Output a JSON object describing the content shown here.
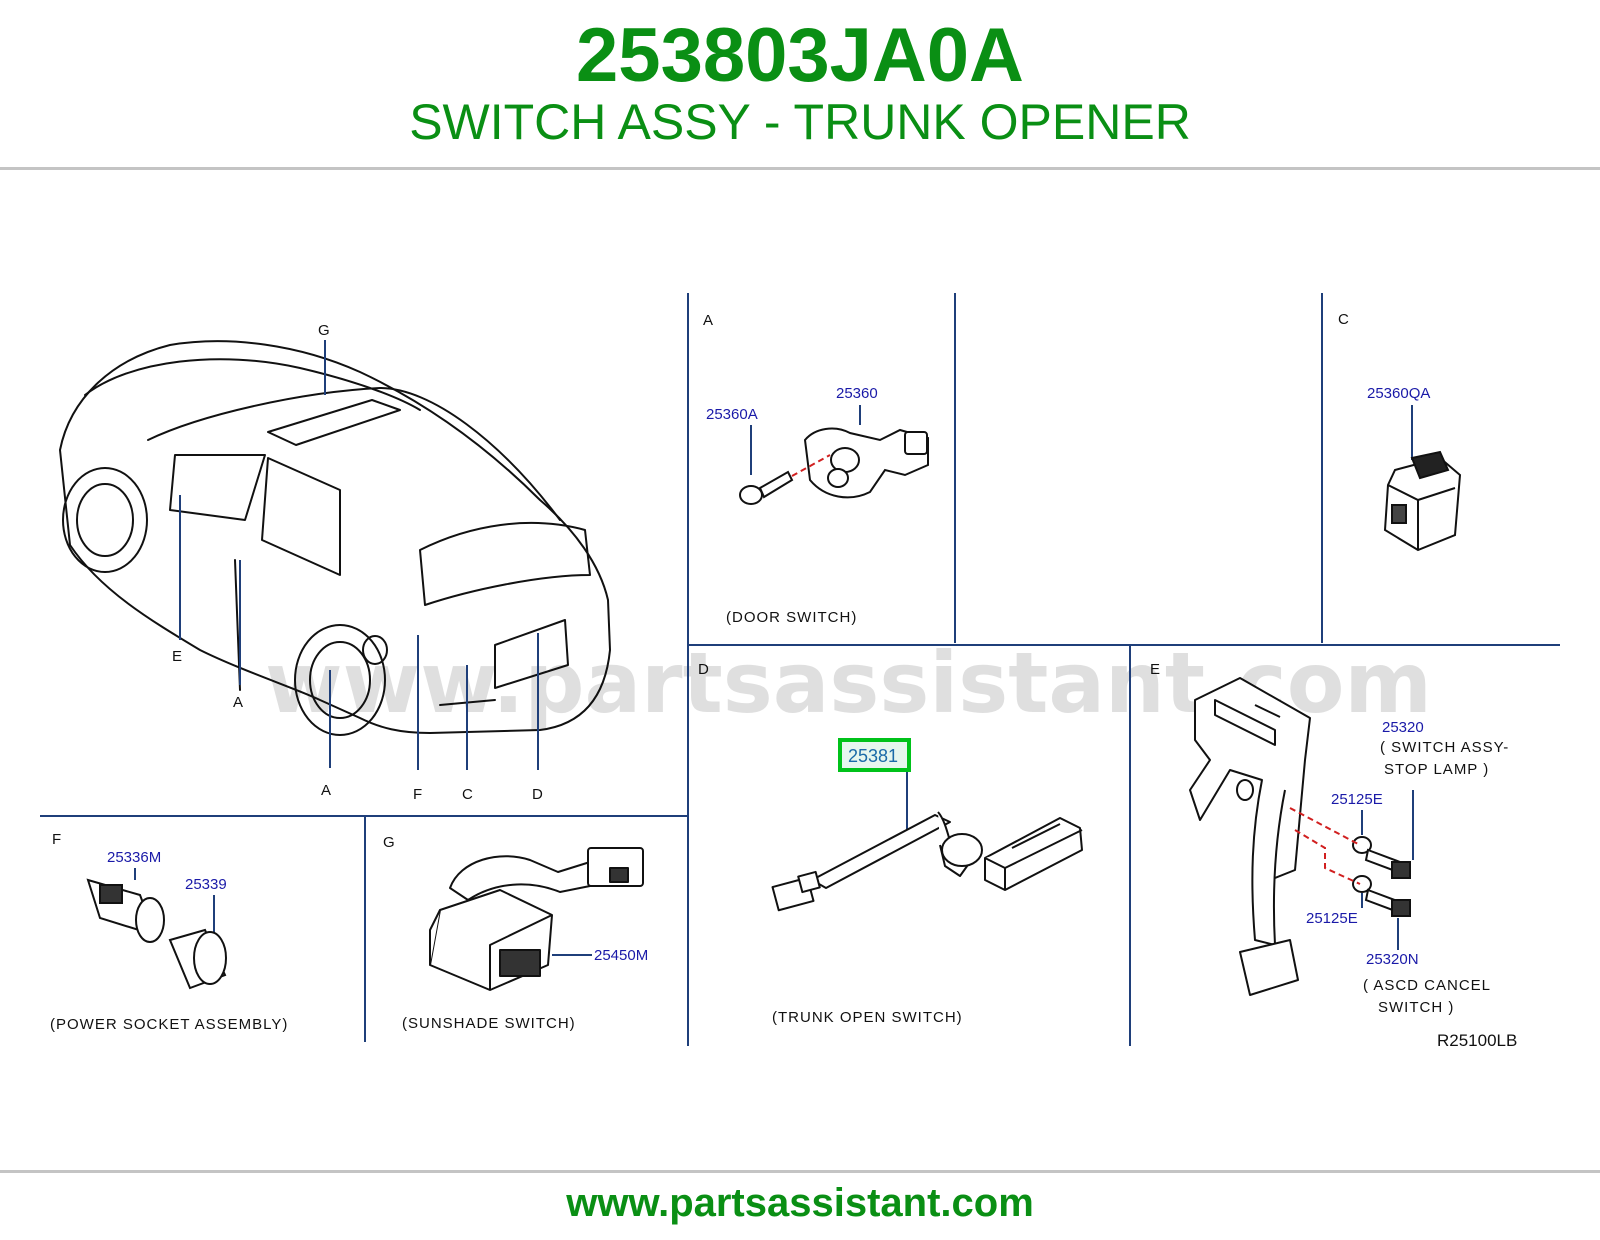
{
  "header": {
    "part_number": "253803JA0A",
    "description": "SWITCH ASSY - TRUNK OPENER"
  },
  "watermark": "www.partsassistant.com",
  "footer": {
    "url": "www.partsassistant.com"
  },
  "diagram": {
    "ref_code": "R25100LB",
    "overview_labels": [
      "G",
      "E",
      "A",
      "A",
      "F",
      "C",
      "D"
    ],
    "panels": {
      "A": {
        "letter": "A",
        "caption": "(DOOR   SWITCH)",
        "parts": [
          "25360A",
          "25360"
        ]
      },
      "C": {
        "letter": "C",
        "parts": [
          "25360QA"
        ]
      },
      "D": {
        "letter": "D",
        "caption": "(TRUNK   OPEN   SWITCH)",
        "parts": [
          "25381"
        ],
        "highlighted": "25381"
      },
      "E": {
        "letter": "E",
        "parts": [
          "25320",
          "25125E",
          "25125E",
          "25320N"
        ],
        "notes": [
          "( SWITCH   ASSY-",
          "STOP   LAMP )",
          "( ASCD   CANCEL",
          "SWITCH )"
        ]
      },
      "F": {
        "letter": "F",
        "caption": "(POWER   SOCKET   ASSEMBLY)",
        "parts": [
          "25336M",
          "25339"
        ]
      },
      "G": {
        "letter": "G",
        "caption": "(SUNSHADE   SWITCH)",
        "parts": [
          "25450M"
        ]
      }
    }
  },
  "colors": {
    "title_green": "#0a8f14",
    "part_blue": "#1a1aa8",
    "divider_blue": "#1f3f7a",
    "highlight": "#00c21a",
    "leader_red": "#d12020"
  }
}
